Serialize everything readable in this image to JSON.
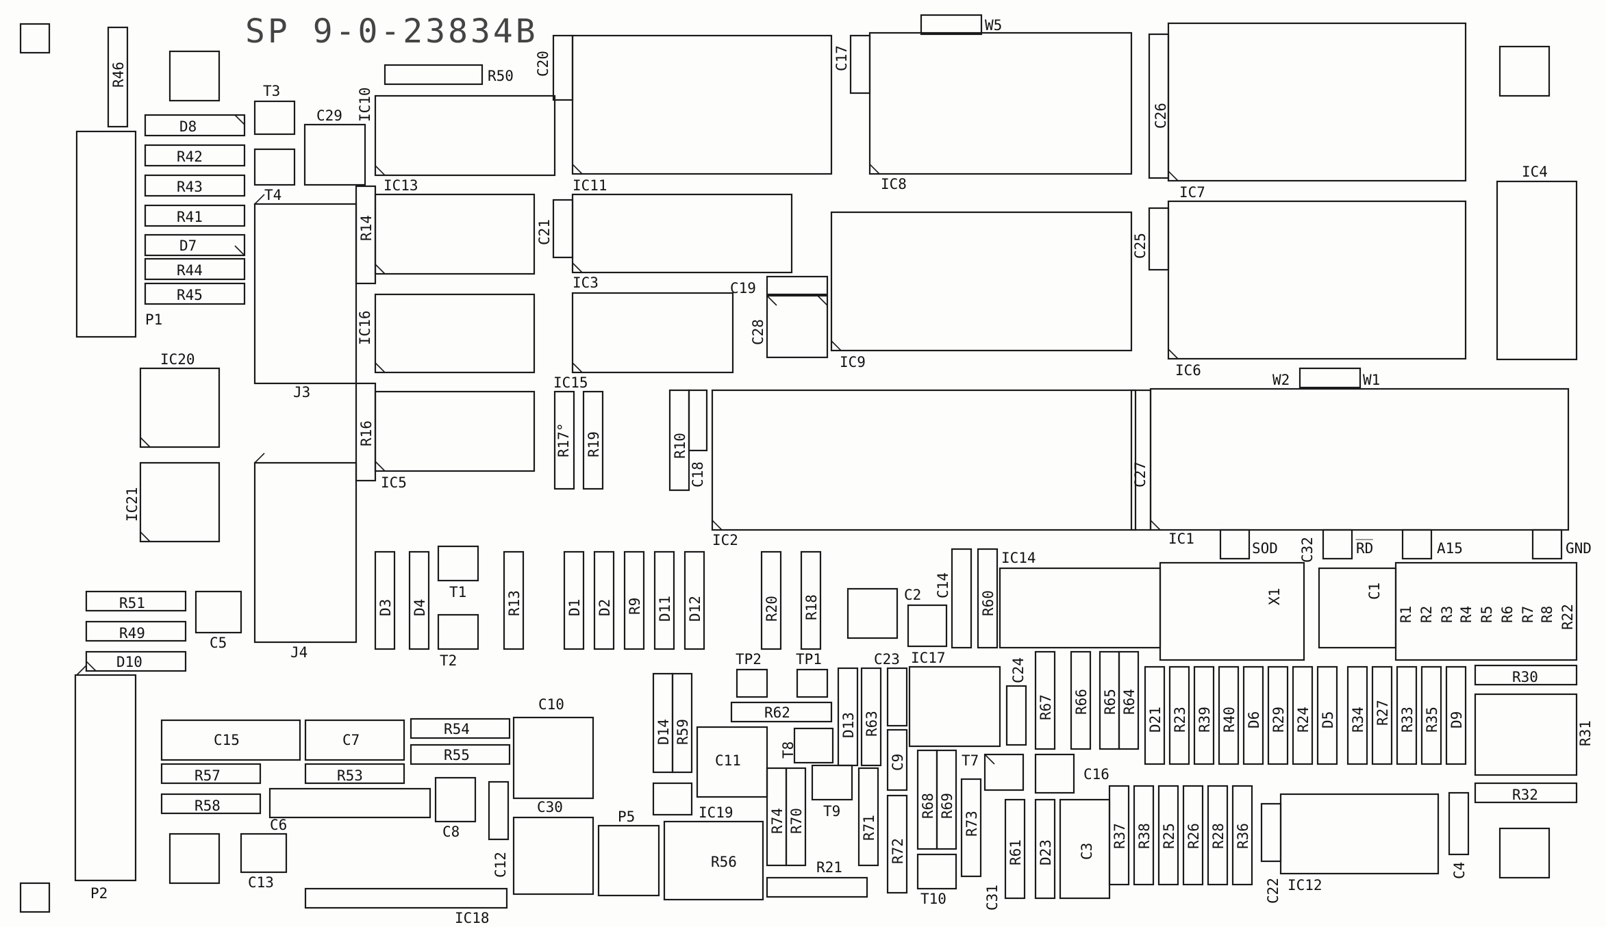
{
  "drawing_number": "SP 9-0-23834B",
  "labels": {
    "R46": "R46",
    "R50": "R50",
    "C20": "C20",
    "C17": "C17",
    "W5": "W5",
    "T3": "T3",
    "C29": "C29",
    "IC10": "IC10",
    "D8": "D8",
    "R42": "R42",
    "R43": "R43",
    "R41": "R41",
    "D7": "D7",
    "R44": "R44",
    "R45": "R45",
    "T4": "T4",
    "IC13": "IC13",
    "IC11": "IC11",
    "IC8": "IC8",
    "C26": "C26",
    "IC7": "IC7",
    "IC4": "IC4",
    "P1": "P1",
    "R14": "R14",
    "C21": "C21",
    "IC3": "IC3",
    "C19": "C19",
    "C28": "C28",
    "C25": "C25",
    "IC16": "IC16",
    "IC9": "IC9",
    "IC6": "IC6",
    "W2": "W2",
    "W1": "W1",
    "IC20": "IC20",
    "J3": "J3",
    "IC15": "IC15",
    "R17": "R17°",
    "R19": "R19",
    "R10": "R10",
    "C18": "C18",
    "R16": "R16",
    "C27": "C27",
    "IC5": "IC5",
    "IC2": "IC2",
    "IC1": "IC1",
    "IC21": "IC21",
    "SOD": "SOD",
    "C32": "C32",
    "RD": "R̅D̅",
    "A15": "A15",
    "GND": "GND",
    "IC14": "IC14",
    "T1": "T1",
    "D3": "D3",
    "D4": "D4",
    "R13": "R13",
    "D1": "D1",
    "D2": "D2",
    "R9": "R9",
    "D11": "D11",
    "D12": "D12",
    "R20": "R20",
    "R18": "R18",
    "C2": "C2",
    "C14": "C14",
    "R60": "R60",
    "X1": "X1",
    "C1": "C1",
    "R1": "R1",
    "R2": "R2",
    "R3": "R3",
    "R4": "R4",
    "R5": "R5",
    "R6": "R6",
    "R7": "R7",
    "R8": "R8",
    "R22": "R22",
    "R51": "R51",
    "C5": "C5",
    "R49": "R49",
    "J4": "J4",
    "T2": "T2",
    "D10": "D10",
    "TP2": "TP2",
    "TP1": "TP1",
    "C23": "C23",
    "IC17": "IC17",
    "C24": "C24",
    "R30": "R30",
    "C10": "C10",
    "D14": "D14",
    "R59": "R59",
    "R62": "R62",
    "R67": "R67",
    "R66": "R66",
    "R65": "R65",
    "R64": "R64",
    "D21": "D21",
    "R23": "R23",
    "R39": "R39",
    "R40": "R40",
    "D6": "D6",
    "R29": "R29",
    "R24": "R24",
    "D5": "D5",
    "R34": "R34",
    "R27": "R27",
    "R33": "R33",
    "R35": "R35",
    "D9": "D9",
    "R31": "R31",
    "C15": "C15",
    "C7": "C7",
    "R54": "R54",
    "R55": "R55",
    "C11": "C11",
    "T8": "T8",
    "D13": "D13",
    "R63": "R63",
    "C9": "C9",
    "T7": "T7",
    "C16": "C16",
    "R57": "R57",
    "R53": "R53",
    "R58": "R58",
    "C6": "C6",
    "C8": "C8",
    "C30": "C30",
    "P5": "P5",
    "IC19": "IC19",
    "T9": "T9",
    "R68": "R68",
    "R69": "R69",
    "R73": "R73",
    "R37": "R37",
    "R38": "R38",
    "R25": "R25",
    "R26": "R26",
    "R28": "R28",
    "R36": "R36",
    "R32": "R32",
    "R74": "R74",
    "R70": "R70",
    "R71": "R71",
    "R61": "R61",
    "D23": "D23",
    "C3": "C3",
    "C4": "C4",
    "C12": "C12",
    "R56": "R56",
    "R72": "R72",
    "C13": "C13",
    "R21": "R21",
    "T10": "T10",
    "C31": "C31",
    "C22": "C22",
    "IC12": "IC12",
    "P2": "P2",
    "IC18": "IC18"
  }
}
